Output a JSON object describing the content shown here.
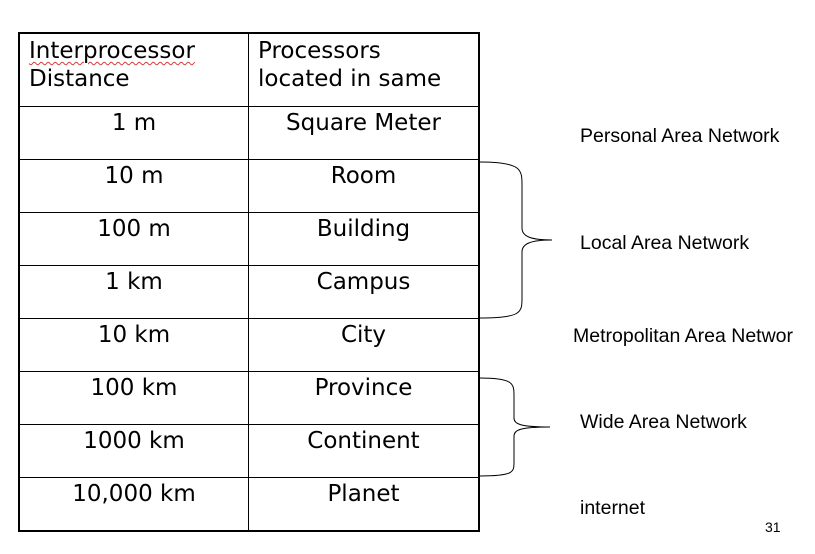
{
  "table": {
    "header": {
      "col1_word1": "Interprocessor",
      "col1_word2": "Distance",
      "col2_line1": "Processors",
      "col2_line2": "located in same"
    },
    "rows": [
      {
        "distance": "1 m",
        "location": "Square Meter"
      },
      {
        "distance": "10 m",
        "location": "Room"
      },
      {
        "distance": "100 m",
        "location": "Building"
      },
      {
        "distance": "1 km",
        "location": "Campus"
      },
      {
        "distance": "10 km",
        "location": "City"
      },
      {
        "distance": "100 km",
        "location": "Province"
      },
      {
        "distance": "1000 km",
        "location": "Continent"
      },
      {
        "distance": "10,000 km",
        "location": "Planet"
      }
    ]
  },
  "labels": {
    "pan": "Personal Area Network",
    "lan": "Local Area Network",
    "man": "Metropolitan Area Networ",
    "wan": "Wide Area Network",
    "internet": "internet"
  },
  "page_number": "31",
  "colors": {
    "spellcheck_underline": "#d23c3c",
    "border": "#000000"
  }
}
